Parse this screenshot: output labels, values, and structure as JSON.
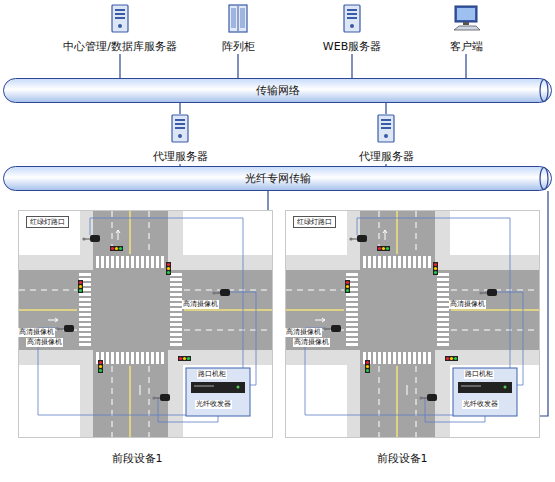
{
  "diagram": {
    "nodes": [
      {
        "text": [
          "中心管理/数据库服务器"
        ]
      },
      {
        "text": [
          "阵列柜"
        ]
      },
      {
        "text": [
          "WEB服务器"
        ]
      },
      {
        "text": [
          "客户端"
        ]
      },
      {
        "text": [
          "传输网络"
        ]
      },
      {
        "text": [
          "代理服务器"
        ]
      },
      {
        "text": [
          "代理服务器"
        ]
      },
      {
        "text": [
          "光纤专网传输"
        ]
      },
      {
        "text": [
          "红绿灯路口"
        ]
      },
      {
        "text": [
          "红绿灯路口"
        ]
      }
    ],
    "edges": [
      {
        "from": 0,
        "to": 4,
        "arrow": "none"
      },
      {
        "from": 1,
        "to": 4,
        "arrow": "none"
      },
      {
        "from": 2,
        "to": 4,
        "arrow": "none"
      },
      {
        "from": 3,
        "to": 4,
        "arrow": "none"
      },
      {
        "from": 4,
        "to": 5,
        "arrow": "none"
      },
      {
        "from": 4,
        "to": 6,
        "arrow": "none"
      },
      {
        "from": 5,
        "to": 7,
        "arrow": "none"
      },
      {
        "from": 6,
        "to": 7,
        "arrow": "none"
      },
      {
        "from": 8,
        "to": 7,
        "arrow": "none"
      },
      {
        "from": 9,
        "to": 7,
        "arrow": "none"
      }
    ],
    "labels": [
      "高清摄像机",
      "高清摄像机",
      "高清摄像机",
      "路口机柜",
      "光纤收发器",
      "高清摄像机",
      "高清摄像机",
      "高清摄像机",
      "路口机柜",
      "光纤收发器",
      "前段设备1",
      "前段设备1"
    ]
  }
}
